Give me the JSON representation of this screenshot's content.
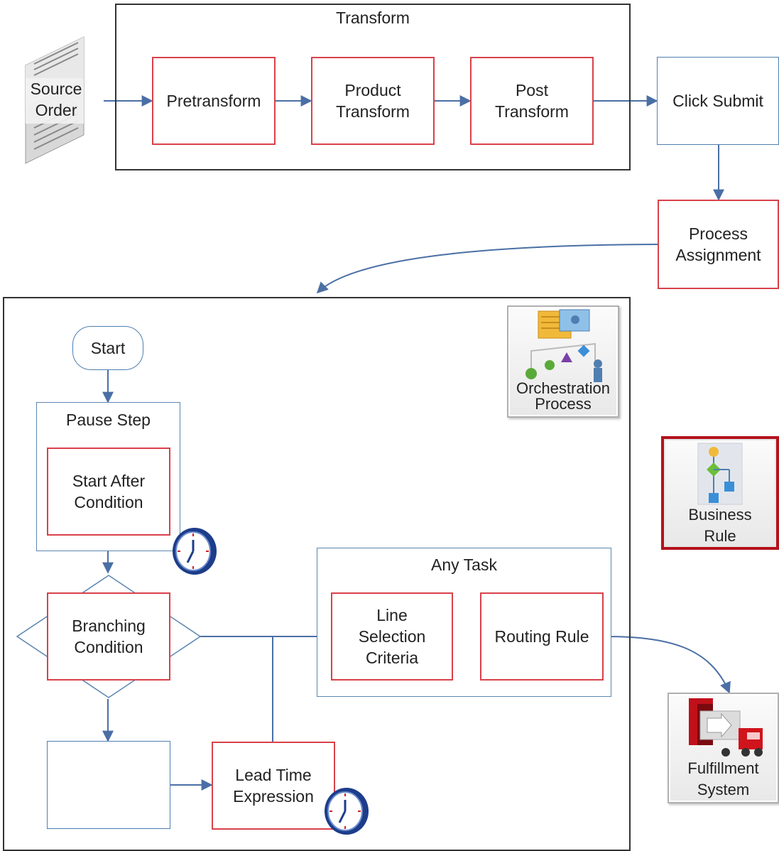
{
  "source_order": {
    "label": "Source\nOrder"
  },
  "transform_group": {
    "title": "Transform",
    "steps": [
      {
        "label": "Pretransform"
      },
      {
        "label": "Product\nTransform"
      },
      {
        "label": "Post\nTransform"
      }
    ]
  },
  "click_submit": {
    "label": "Click Submit"
  },
  "process_assignment": {
    "label": "Process\nAssignment"
  },
  "orchestration": {
    "icon_label": "Orchestration\nProcess",
    "start": {
      "label": "Start"
    },
    "pause_step": {
      "title": "Pause Step",
      "condition": {
        "label": "Start After\nCondition"
      }
    },
    "branching": {
      "label": "Branching\nCondition"
    },
    "empty_step": {
      "label": ""
    },
    "lead_time": {
      "label": "Lead Time\nExpression"
    },
    "any_task": {
      "title": "Any Task",
      "line_selection": {
        "label": "Line\nSelection\nCriteria"
      },
      "routing_rule": {
        "label": "Routing Rule"
      }
    }
  },
  "business_rule": {
    "label": "Business\nRule"
  },
  "fulfillment_system": {
    "label": "Fulfillment\nSystem"
  },
  "colors": {
    "rule_border": "#d9414a",
    "step_border": "#4f7fb0",
    "arrow": "#4a6fa5",
    "frame": "#333333",
    "selected_tile": "#b3121c"
  }
}
